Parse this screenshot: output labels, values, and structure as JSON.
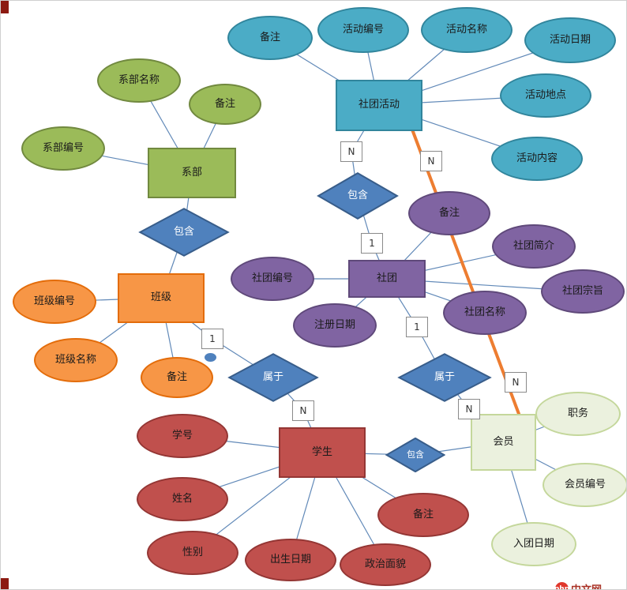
{
  "diagram": {
    "type": "entity-relationship",
    "entities": {
      "club_activity": {
        "label": "社团活动"
      },
      "department": {
        "label": "系部"
      },
      "clazz": {
        "label": "班级"
      },
      "club": {
        "label": "社团"
      },
      "student": {
        "label": "学生"
      },
      "member": {
        "label": "会员"
      }
    },
    "attributes": {
      "note_act": {
        "label": "备注"
      },
      "act_id": {
        "label": "活动编号"
      },
      "act_name": {
        "label": "活动名称"
      },
      "act_date": {
        "label": "活动日期"
      },
      "act_place": {
        "label": "活动地点"
      },
      "act_content": {
        "label": "活动内容"
      },
      "dept_name": {
        "label": "系部名称"
      },
      "dept_note": {
        "label": "备注"
      },
      "dept_id": {
        "label": "系部编号"
      },
      "class_id": {
        "label": "班级编号"
      },
      "class_name": {
        "label": "班级名称"
      },
      "class_note": {
        "label": "备注"
      },
      "club_note": {
        "label": "备注"
      },
      "club_intro": {
        "label": "社团简介"
      },
      "club_id": {
        "label": "社团编号"
      },
      "club_purpose": {
        "label": "社团宗旨"
      },
      "reg_date": {
        "label": "注册日期"
      },
      "club_name": {
        "label": "社团名称"
      },
      "stu_id": {
        "label": "学号"
      },
      "stu_name": {
        "label": "姓名"
      },
      "gender": {
        "label": "性别"
      },
      "birth_date": {
        "label": "出生日期"
      },
      "political": {
        "label": "政治面貌"
      },
      "stu_note": {
        "label": "备注"
      },
      "position": {
        "label": "职务"
      },
      "member_id": {
        "label": "会员编号"
      },
      "join_date": {
        "label": "入团日期"
      }
    },
    "relationships": {
      "contain_dept_class": {
        "label": "包含"
      },
      "contain_act_club": {
        "label": "包含"
      },
      "belong_class_student": {
        "label": "属于"
      },
      "belong_club_member": {
        "label": "属于"
      },
      "contain_student_member": {
        "label": "包含"
      }
    },
    "cardinalities": {
      "n1": "N",
      "n2": "N",
      "n3": "N",
      "n4": "N",
      "n5": "N",
      "one_a": "1",
      "one_b": "1",
      "one_c": "1"
    },
    "edges": [
      [
        "club_activity",
        "note_act"
      ],
      [
        "club_activity",
        "act_id"
      ],
      [
        "club_activity",
        "act_name"
      ],
      [
        "club_activity",
        "act_date"
      ],
      [
        "club_activity",
        "act_place"
      ],
      [
        "club_activity",
        "act_content"
      ],
      [
        "club_activity",
        "contain_act_club"
      ],
      [
        "contain_act_club",
        "club"
      ],
      [
        "club",
        "club_note"
      ],
      [
        "club",
        "club_intro"
      ],
      [
        "club",
        "club_id"
      ],
      [
        "club",
        "club_purpose"
      ],
      [
        "club",
        "reg_date"
      ],
      [
        "club",
        "club_name"
      ],
      [
        "club",
        "belong_club_member"
      ],
      [
        "belong_club_member",
        "member"
      ],
      [
        "club_activity",
        "member"
      ],
      [
        "department",
        "dept_name"
      ],
      [
        "department",
        "dept_note"
      ],
      [
        "department",
        "dept_id"
      ],
      [
        "department",
        "contain_dept_class"
      ],
      [
        "contain_dept_class",
        "clazz"
      ],
      [
        "clazz",
        "class_id"
      ],
      [
        "clazz",
        "class_name"
      ],
      [
        "clazz",
        "class_note"
      ],
      [
        "clazz",
        "belong_class_student"
      ],
      [
        "belong_class_student",
        "student"
      ],
      [
        "student",
        "stu_id"
      ],
      [
        "student",
        "stu_name"
      ],
      [
        "student",
        "gender"
      ],
      [
        "student",
        "birth_date"
      ],
      [
        "student",
        "political"
      ],
      [
        "student",
        "stu_note"
      ],
      [
        "student",
        "contain_student_member"
      ],
      [
        "contain_student_member",
        "member"
      ],
      [
        "member",
        "position"
      ],
      [
        "member",
        "member_id"
      ],
      [
        "member",
        "join_date"
      ]
    ]
  },
  "watermark": {
    "badge": "php",
    "text": "中文网"
  },
  "colors": {
    "teal": "#4BACC6",
    "green": "#9BBB59",
    "orange": "#F79646",
    "purple": "#8064A2",
    "red": "#C0504D",
    "pale_green": "#EBF1DE",
    "diamond_blue": "#4F81BD",
    "connector": "#6189B8",
    "highlight_line": "#ED7D31"
  }
}
